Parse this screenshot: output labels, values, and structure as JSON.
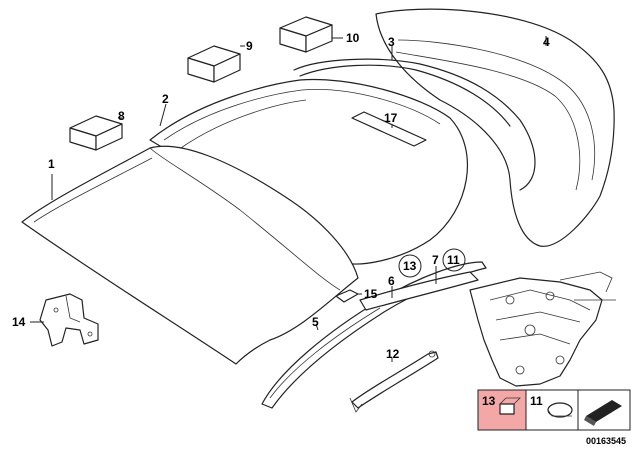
{
  "callouts": {
    "c1": "1",
    "c2": "2",
    "c3": "3",
    "c4": "4",
    "c5": "5",
    "c6": "6",
    "c7": "7",
    "c8": "8",
    "c9": "9",
    "c10": "10",
    "c11": "11",
    "c12": "12",
    "c13": "13",
    "c14": "14",
    "c15": "15",
    "c17": "17"
  },
  "legend": {
    "item13": "13",
    "item11": "11"
  },
  "diagram_id": "00163545",
  "colors": {
    "highlight": "#f4a7a7",
    "line": "#222222"
  }
}
